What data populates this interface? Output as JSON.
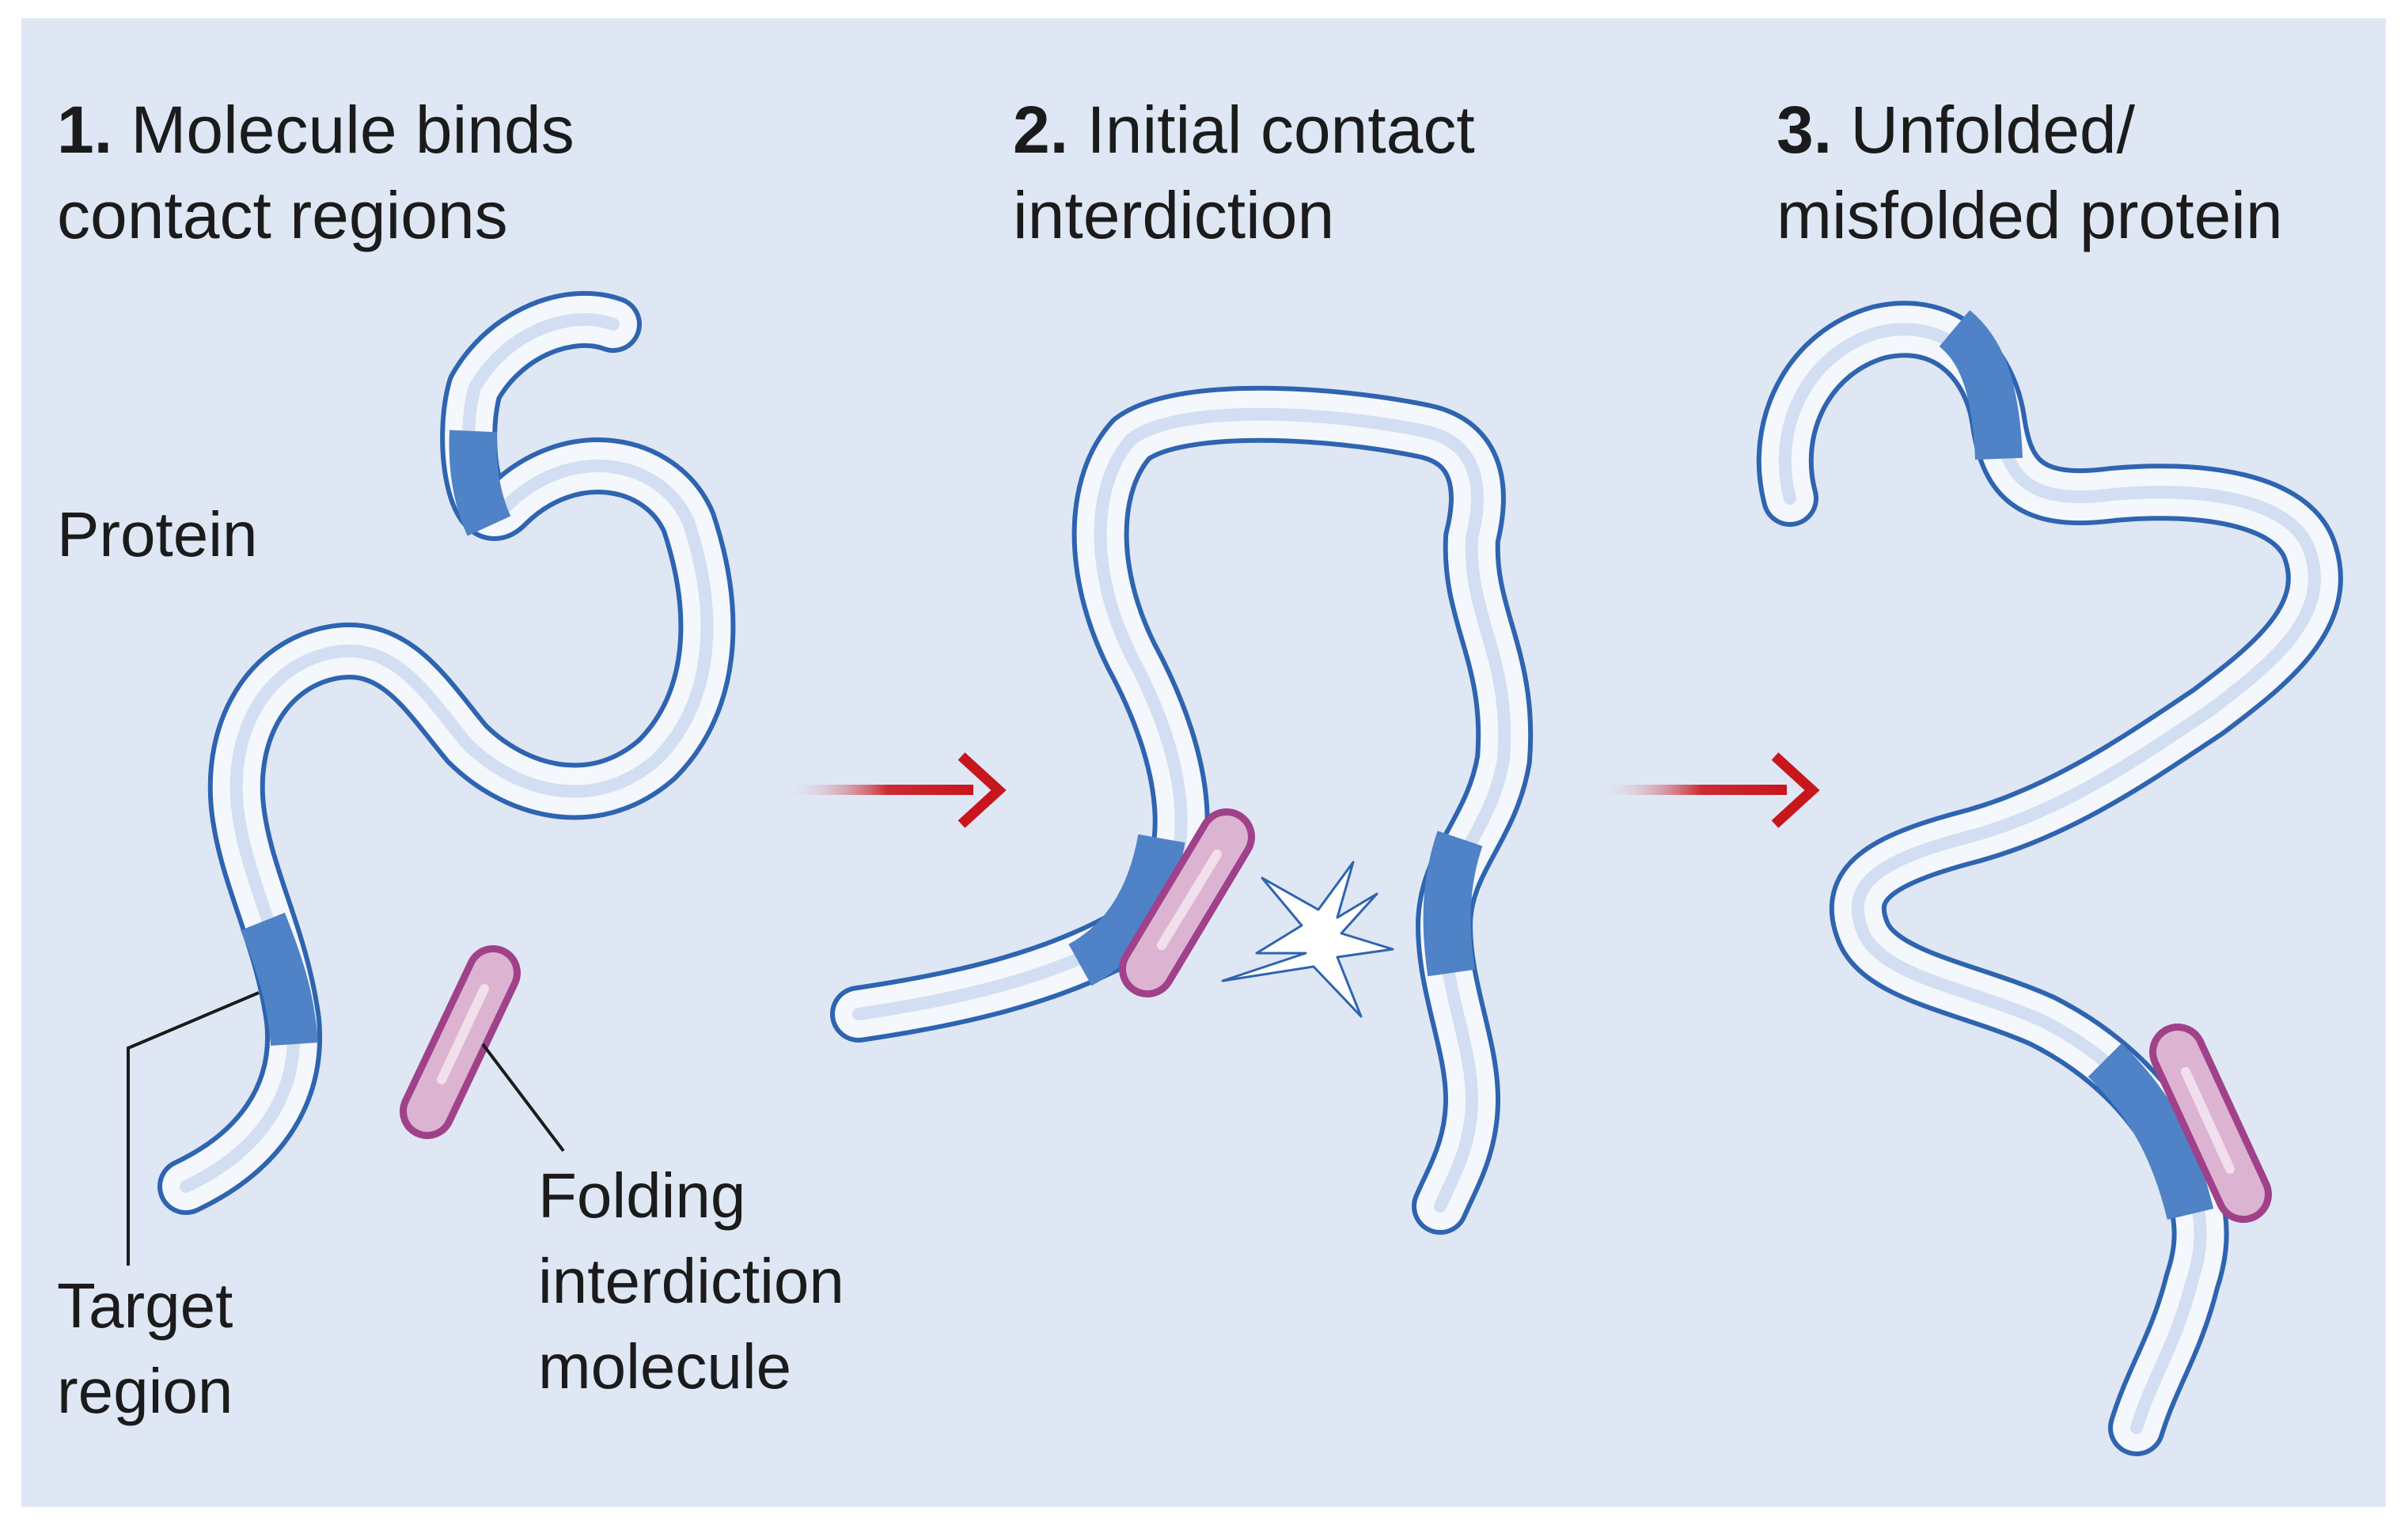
{
  "steps": [
    {
      "number": "1.",
      "line1": "Molecule binds",
      "line2": "contact regions"
    },
    {
      "number": "2.",
      "line1": "Initial contact",
      "line2": "interdiction"
    },
    {
      "number": "3.",
      "line1": "Unfolded/",
      "line2": "misfolded protein"
    }
  ],
  "labels": {
    "protein": "Protein",
    "target_region": "Target\nregion",
    "folding_molecule": "Folding\ninterdiction\nmolecule"
  },
  "colors": {
    "background": "#dfe7f5",
    "protein_outline": "#2e64b0",
    "protein_fill": "#f4f7fc",
    "target_region": "#4f82c6",
    "molecule_outline": "#a0418a",
    "molecule_fill": "#dcb4d2",
    "arrow": "#c8161d"
  }
}
